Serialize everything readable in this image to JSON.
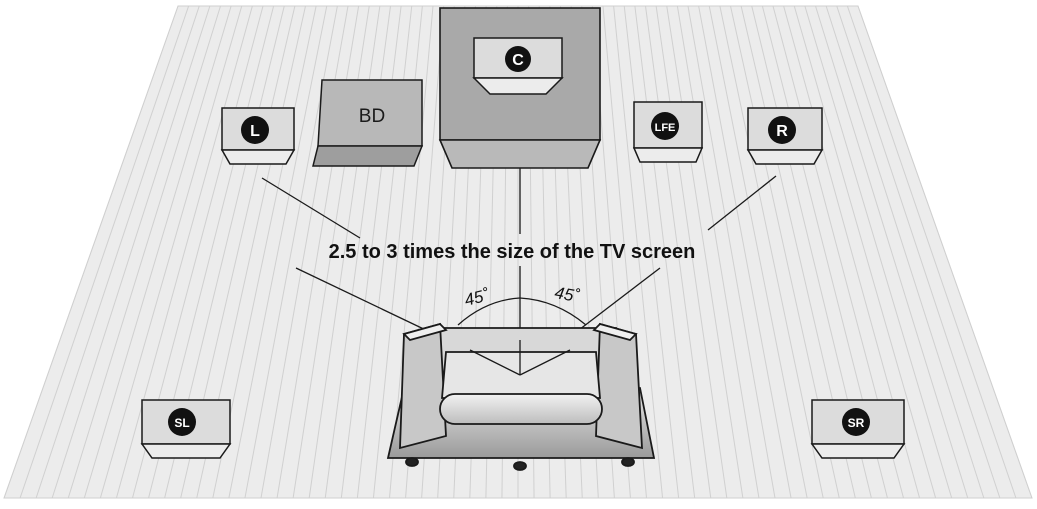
{
  "diagram": {
    "distance_label": "2.5 to 3 times the size of the TV screen",
    "angle_left": "45˚",
    "angle_right": "45˚",
    "bd_label": "BD"
  },
  "speakers": {
    "center": "C",
    "left": "L",
    "right": "R",
    "subwoofer": "LFE",
    "surround_left": "SL",
    "surround_right": "SR"
  },
  "colors": {
    "floor": "#ececec",
    "floor_stripe": "#d0d0d0",
    "outline": "#1a1a1a",
    "box_front": "#b5b5b5",
    "box_top": "#dadada",
    "badge": "#111111",
    "badge_text": "#ffffff"
  }
}
